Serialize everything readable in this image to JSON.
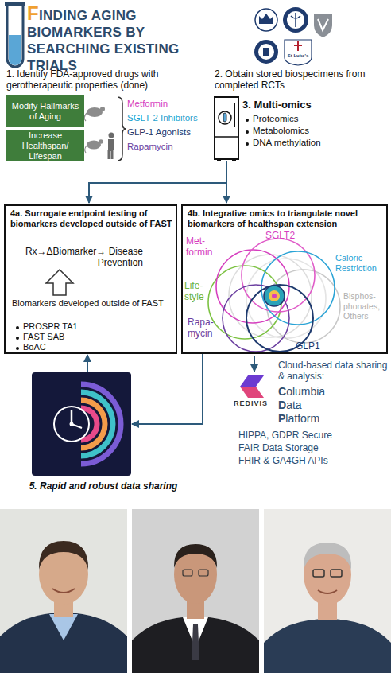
{
  "diagram": {
    "title": "FINDING AGING BIOMARKERS BY SEARCHING EXISTING TRIALS",
    "nodes": [
      {
        "text": [
          "Modify Hallmarks of Aging"
        ]
      },
      {
        "text": [
          "Increase Healthspan/ Lifespan"
        ]
      },
      {
        "text": [
          "4a. Surrogate endpoint testing of biomarkers developed outside of FAST",
          "Rx→ΔBiomarker→ Disease Prevention",
          "Biomarkers developed outside of FAST",
          "PROSPR TA1",
          "FAST SAB",
          "BoAC"
        ]
      },
      {
        "text": [
          "4b. Integrative omics to triangulate novel biomarkers of healthspan extension"
        ]
      },
      {
        "text": [
          "5. Rapid and robust data sharing"
        ]
      }
    ],
    "edges": [
      {
        "from": 3,
        "to": 4,
        "arrow": "to"
      },
      {
        "from": 4,
        "to": 2,
        "arrow": "to"
      }
    ],
    "labels": [
      "St Luke's",
      "1. Identify FDA-approved drugs with gerotherapeutic properties (done)",
      "Metformin",
      "SGLT-2 Inhibitors",
      "GLP-1 Agonists",
      "Rapamycin",
      "2. Obtain stored biospecimens from completed RCTs",
      "3. Multi-omics",
      "Proteomics",
      "Metabolomics",
      "DNA methylation",
      "Met- formin",
      "SGLT2",
      "Caloric Restriction",
      "Life- style",
      "Bisphos- phonates, Others",
      "Rapa- mycin",
      "GLP1",
      "Cloud-based data sharing & analysis:",
      "Columbia",
      "Data",
      "Platform",
      "REDIVIS",
      "HIPPA, GDPR Secure",
      "FAIR Data Storage",
      "FHIR & GA4GH APIs"
    ]
  }
}
